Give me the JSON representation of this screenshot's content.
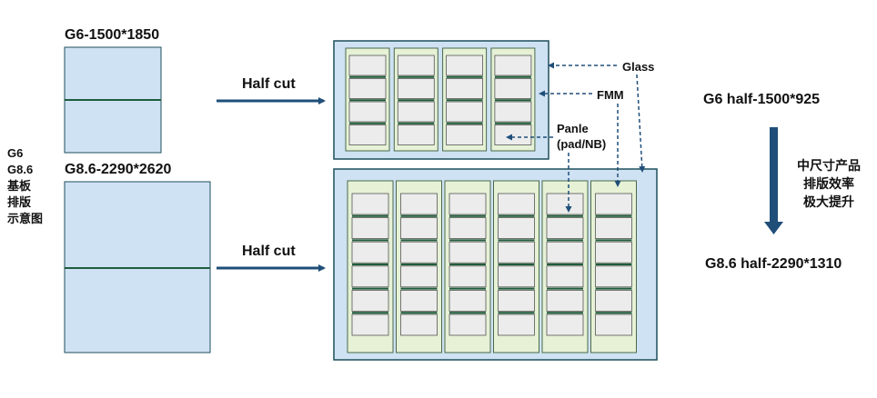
{
  "labels": {
    "g6_size": "G6-1500*1850",
    "g86_size": "G8.6-2290*2620",
    "half_cut_1": "Half cut",
    "half_cut_2": "Half cut",
    "glass": "Glass",
    "fmm": "FMM",
    "panel_line1": "Panle",
    "panel_line2": "(pad/NB)",
    "g6_half": "G6 half-1500*925",
    "g86_half": "G8.6 half-2290*1310"
  },
  "side_caption": [
    "G6",
    "G8.6",
    "基板",
    "排版",
    "示意图"
  ],
  "efficiency_text": [
    "中尺寸产品",
    "排版效率",
    "极大提升"
  ],
  "colors": {
    "substrate_fill": "#cfe2f3",
    "substrate_border": "#1d4e5b",
    "divider": "#1f5c3d",
    "fmm_fill": "#e6f1d6",
    "panel_fill": "#ececec",
    "arrow": "#1f4e79"
  },
  "layout_counts": {
    "g6_strips": 4,
    "g6_panels_per_strip": 4,
    "g86_strips": 6,
    "g86_panels_per_strip": 6
  }
}
